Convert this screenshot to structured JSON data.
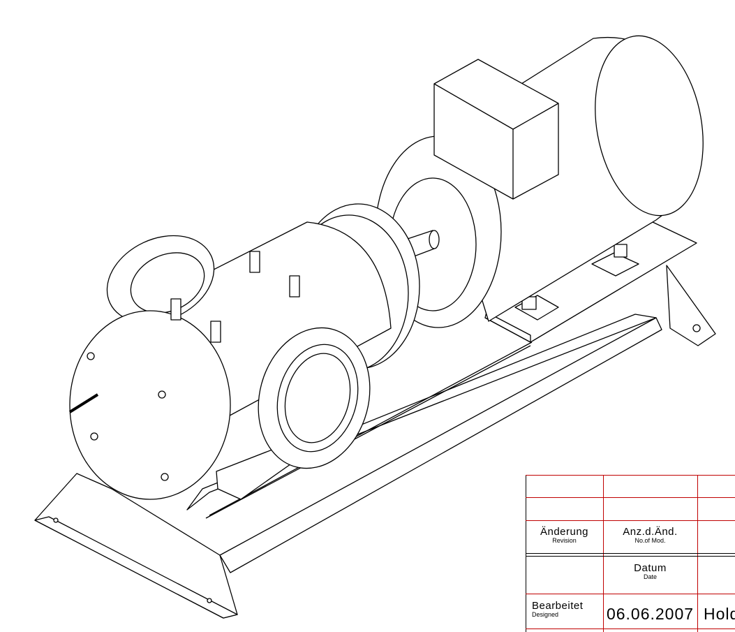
{
  "title_block": {
    "revision_label": "Änderung",
    "revision_label_en": "Revision",
    "num_mod_label": "Anz.d.Änd.",
    "num_mod_label_en": "No.of Mod.",
    "date_label": "Datum",
    "date_label_en": "Date",
    "designed_label": "Bearbeitet",
    "designed_label_en": "Designed",
    "designed_date": "06.06.2007",
    "designed_name": "Hold"
  },
  "colors": {
    "grid": "#c00000",
    "lines": "#000000"
  }
}
